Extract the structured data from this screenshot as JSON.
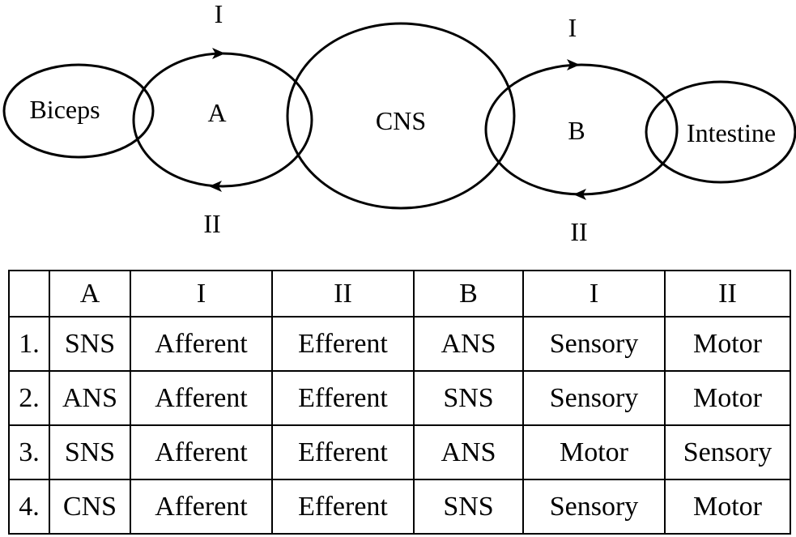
{
  "diagram": {
    "nodes": {
      "biceps": "Biceps",
      "a": "A",
      "cns": "CNS",
      "b": "B",
      "intestine": "Intestine"
    },
    "arrows": {
      "a_top": "I",
      "a_bottom": "II",
      "b_top": "I",
      "b_bottom": "II"
    }
  },
  "table": {
    "headers": [
      "",
      "A",
      "I",
      "II",
      "B",
      "I",
      "II"
    ],
    "rows": [
      [
        "1.",
        "SNS",
        "Afferent",
        "Efferent",
        "ANS",
        "Sensory",
        "Motor"
      ],
      [
        "2.",
        "ANS",
        "Afferent",
        "Efferent",
        "SNS",
        "Sensory",
        "Motor"
      ],
      [
        "3.",
        "SNS",
        "Afferent",
        "Efferent",
        "ANS",
        "Motor",
        "Sensory"
      ],
      [
        "4.",
        "CNS",
        "Afferent",
        "Efferent",
        "SNS",
        "Sensory",
        "Motor"
      ]
    ]
  }
}
